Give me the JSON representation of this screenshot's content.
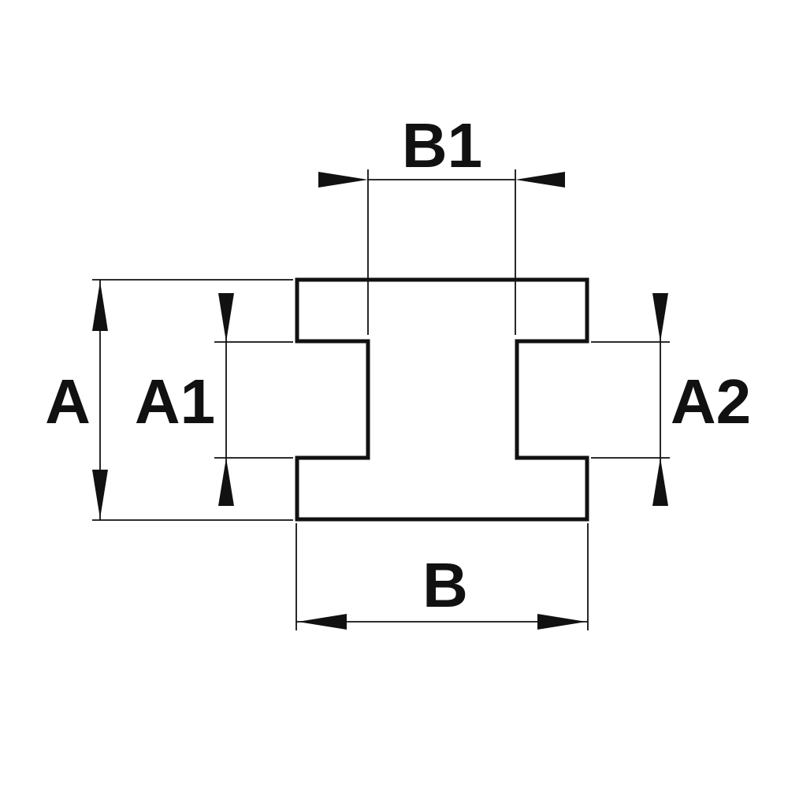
{
  "diagram": {
    "colors": {
      "line": "#111111",
      "background": "#ffffff"
    },
    "labels": {
      "b1": "B1",
      "a": "A",
      "a1": "A1",
      "a2": "A2",
      "b": "B"
    }
  }
}
